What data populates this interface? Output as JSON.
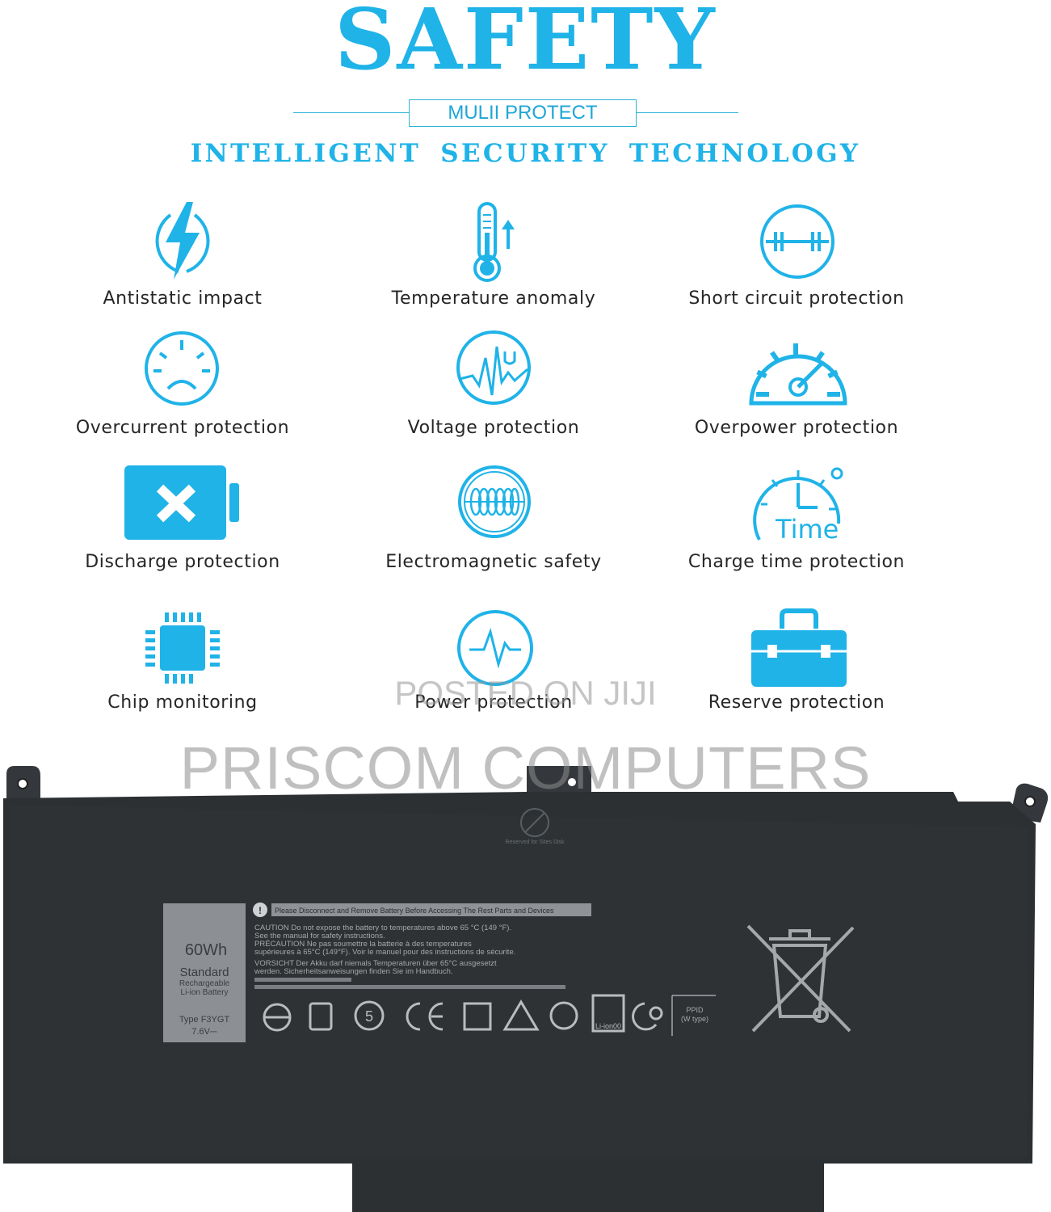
{
  "header": {
    "title": "SAFETY",
    "badge": "MULII PROTECT",
    "tagline": "INTELLIGENT  SECURITY  TECHNOLOGY"
  },
  "features": [
    {
      "label": "Antistatic impact",
      "icon": "lightning-icon"
    },
    {
      "label": "Temperature anomaly",
      "icon": "thermometer-icon"
    },
    {
      "label": "Short circuit protection",
      "icon": "short-circuit-icon"
    },
    {
      "label": "Overcurrent  protection",
      "icon": "sad-gauge-icon"
    },
    {
      "label": "Voltage  protection",
      "icon": "voltage-wave-icon"
    },
    {
      "label": "Overpower protection",
      "icon": "speedometer-icon"
    },
    {
      "label": "Discharge  protection",
      "icon": "battery-x-icon"
    },
    {
      "label": "Electromagnetic  safety",
      "icon": "coil-icon"
    },
    {
      "label": "Charge time protection",
      "icon": "clock-time-icon"
    },
    {
      "label": "Chip monitoring",
      "icon": "chip-icon"
    },
    {
      "label": "Power protection",
      "icon": "pulse-icon"
    },
    {
      "label": "Reserve protection",
      "icon": "toolbox-icon"
    }
  ],
  "watermark": {
    "line1": "POSTED ON JIJI",
    "line2": "PRISCOM COMPUTERS"
  },
  "battery_label": {
    "capacity": "60Wh",
    "kind": "Standard",
    "desc1": "Rechargeable",
    "desc2": "Li-ion Battery",
    "type": "Type F3YGT",
    "voltage": "7.6V⎓",
    "warning_header": "Please Disconnect and Remove Battery Before Accessing The Rest Parts and Devices",
    "caution": "CAUTION Do not expose the battery to temperatures above  65 °C (149 °F).",
    "caution2": "See the manual for safety instructions.",
    "precaution": "PRÉCAUTION Ne pas soumettre la batterie à des temperatures",
    "precaution2": "supérieures à 65°C (149°F). Voir le manuel pour des instructions de sécurite.",
    "vorsicht": "VORSICHT Der Akku darf niemals Temperaturen über 65°C  ausgesetzt",
    "vorsicht2": "werden. Sicherheitsanweisungen finden Sie im Handbuch.",
    "reserved": "Reserved for Sites Disk",
    "liion": "Li-ion00",
    "ppid": "PPID",
    "ppid2": "(W type)"
  }
}
